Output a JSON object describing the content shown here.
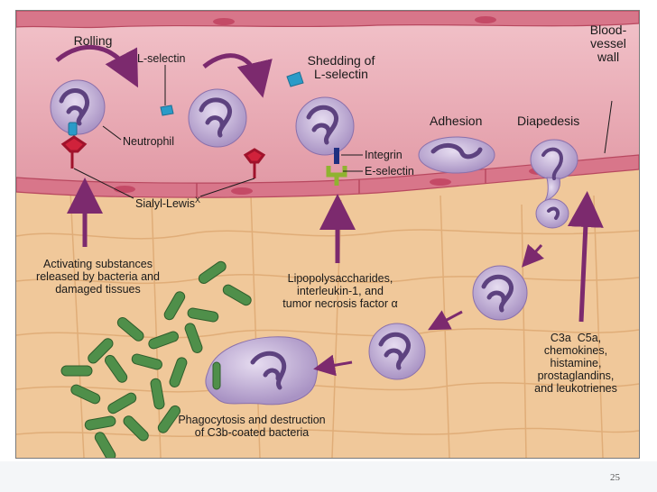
{
  "labels": {
    "rolling": "Rolling",
    "l_selectin": "L-selectin",
    "shedding": "Shedding of\nL-selectin",
    "blood_vessel_wall": "Blood-\nvessel\nwall",
    "neutrophil": "Neutrophil",
    "integrin": "Integrin",
    "e_selectin": "E-selectin",
    "adhesion": "Adhesion",
    "diapedesis": "Diapedesis",
    "sialyl_lewis": "Sialyl-Lewis",
    "sialyl_lewis_sup": "X",
    "activating": "Activating substances\nreleased by bacteria and\ndamaged tissues",
    "lipopoly": "Lipopolysaccharides,\ninterleukin-1, and\ntumor necrosis factor α",
    "chemo": "C3a  C5a,\nchemokines,\nhistamine,\nprostaglandins,\nand leukotrienes",
    "phago": "Phagocytosis and destruction\nof C3b-coated bacteria"
  },
  "page_number": "25",
  "colors": {
    "vessel": "#e7a7b0",
    "vessel_wall": "#c9566e",
    "tissue": "#f0c89a",
    "cell": "#c9b6da",
    "nucleus": "#6a4f8c",
    "bacteria": "#4f8f4a",
    "arrow": "#7c2a6e",
    "selectin": "#2a9bc8",
    "receptor": "#d0223b",
    "e_selectin": "#8fb330",
    "integrin": "#1f2f80"
  }
}
